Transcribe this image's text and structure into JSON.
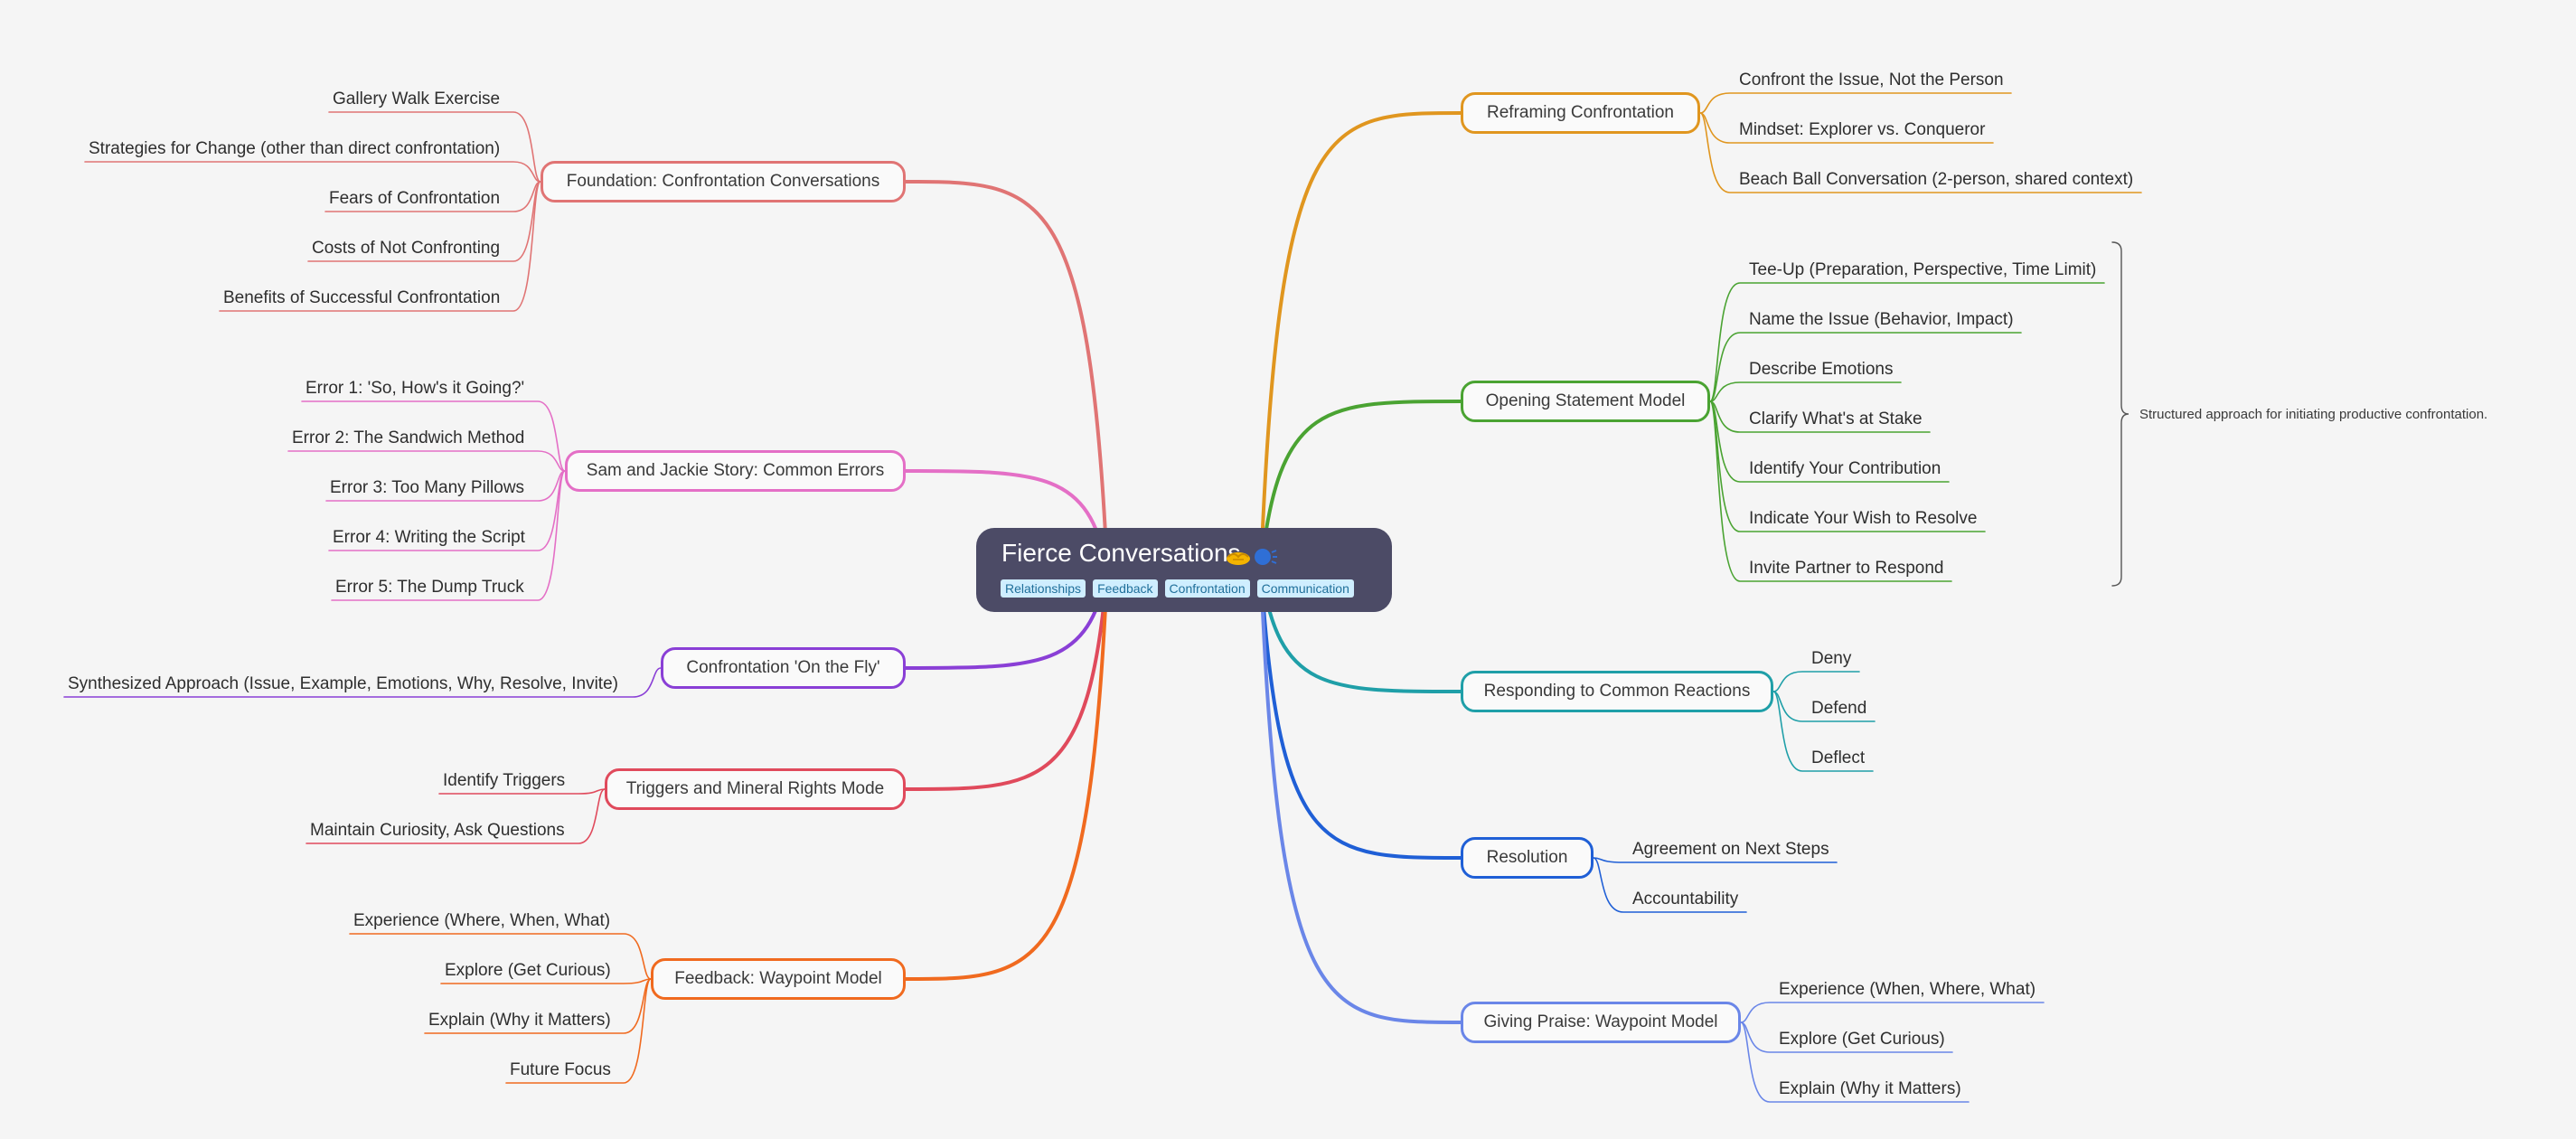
{
  "root": {
    "title": "Fierce Conversations",
    "emoji": [
      "handshake",
      "speaking-head"
    ],
    "tags": [
      "Relationships",
      "Feedback",
      "Confrontation",
      "Communication"
    ]
  },
  "branches": [
    {
      "id": "foundation",
      "side": "left",
      "label": "Foundation: Confrontation Conversations",
      "color": "#e07474",
      "children": [
        "Gallery Walk Exercise",
        "Strategies for Change (other than direct confrontation)",
        "Fears of Confrontation",
        "Costs of Not Confronting",
        "Benefits of Successful Confrontation"
      ]
    },
    {
      "id": "sam-jackie",
      "side": "left",
      "label": "Sam and Jackie Story: Common Errors",
      "color": "#e46fc6",
      "children": [
        "Error 1: 'So, How's it Going?'",
        "Error 2: The Sandwich Method",
        "Error 3: Too Many Pillows",
        "Error 4: Writing the Script",
        "Error 5: The Dump Truck"
      ]
    },
    {
      "id": "on-the-fly",
      "side": "left",
      "label": "Confrontation 'On the Fly'",
      "color": "#8a3fd6",
      "children": [
        "Synthesized Approach (Issue, Example, Emotions, Why, Resolve, Invite)"
      ]
    },
    {
      "id": "triggers",
      "side": "left",
      "label": "Triggers and Mineral Rights Mode",
      "color": "#e04a5c",
      "children": [
        "Identify Triggers",
        "Maintain Curiosity, Ask Questions"
      ]
    },
    {
      "id": "feedback",
      "side": "left",
      "label": "Feedback: Waypoint Model",
      "color": "#f06a1f",
      "children": [
        "Experience (Where, When, What)",
        "Explore (Get Curious)",
        "Explain (Why it Matters)",
        "Future Focus"
      ]
    },
    {
      "id": "reframing",
      "side": "right",
      "label": "Reframing Confrontation",
      "color": "#e0961f",
      "children": [
        "Confront the Issue, Not the Person",
        "Mindset: Explorer vs. Conqueror",
        "Beach Ball Conversation (2-person, shared context)"
      ]
    },
    {
      "id": "opening",
      "side": "right",
      "label": "Opening Statement Model",
      "color": "#4aa332",
      "children": [
        "Tee-Up (Preparation, Perspective, Time Limit)",
        "Name the Issue (Behavior, Impact)",
        "Describe Emotions",
        "Clarify What's at Stake",
        "Identify Your Contribution",
        "Indicate Your Wish to Resolve",
        "Invite Partner to Respond"
      ],
      "note": "Structured approach for initiating productive confrontation."
    },
    {
      "id": "reactions",
      "side": "right",
      "label": "Responding to Common Reactions",
      "color": "#1f9fa8",
      "children": [
        "Deny",
        "Defend",
        "Deflect"
      ]
    },
    {
      "id": "resolution",
      "side": "right",
      "label": "Resolution",
      "color": "#1f5fd6",
      "children": [
        "Agreement on Next Steps",
        "Accountability"
      ]
    },
    {
      "id": "praise",
      "side": "right",
      "label": "Giving Praise: Waypoint Model",
      "color": "#6a86e8",
      "children": [
        "Experience (When, Where, What)",
        "Explore (Get Curious)",
        "Explain (Why it Matters)"
      ]
    }
  ]
}
